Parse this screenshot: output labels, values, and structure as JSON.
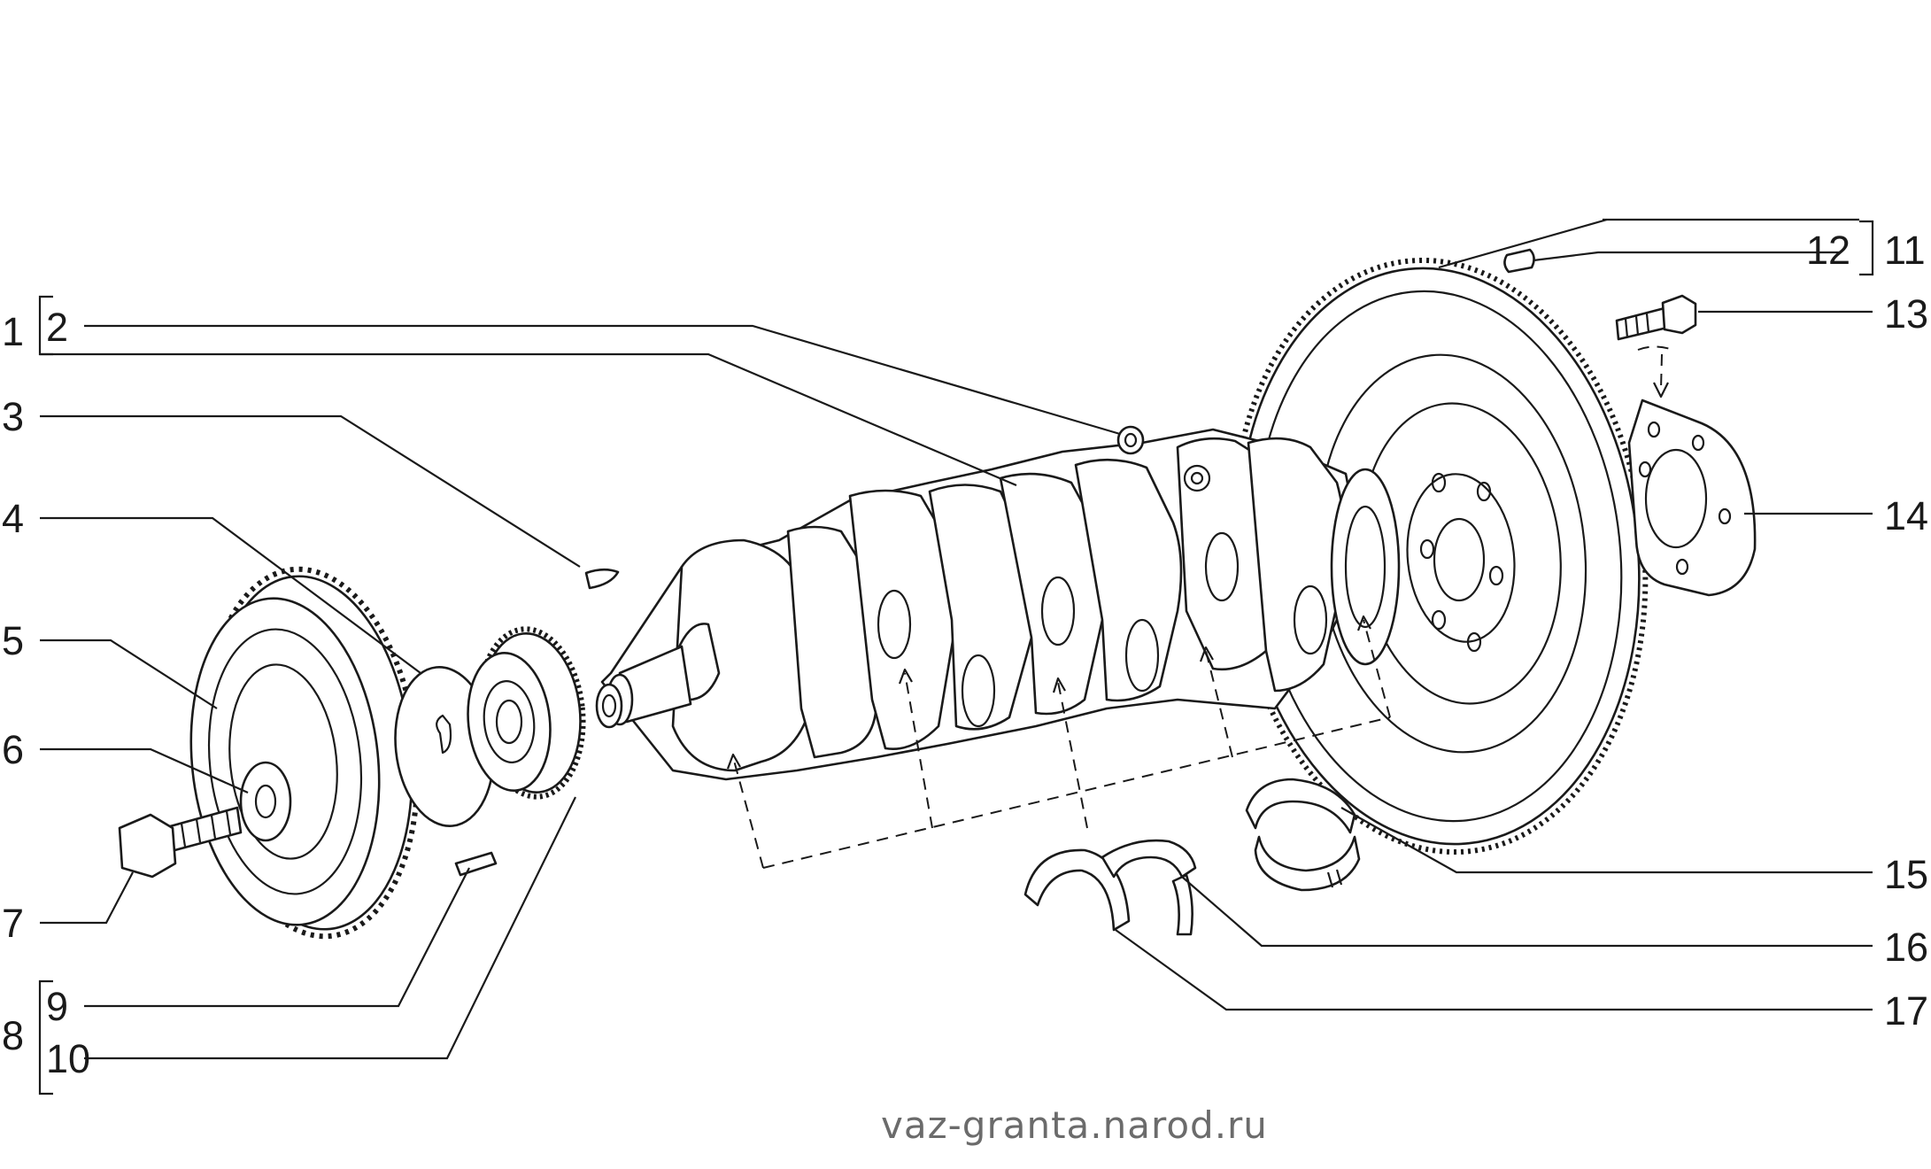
{
  "labels": {
    "l1": "1",
    "l2": "2",
    "l3": "3",
    "l4": "4",
    "l5": "5",
    "l6": "6",
    "l7": "7",
    "l8": "8",
    "l9": "9",
    "l10": "10",
    "l11": "11",
    "l12": "12",
    "l13": "13",
    "l14": "14",
    "l15": "15",
    "l16": "16",
    "l17": "17"
  },
  "watermark": "vaz-granta.narod.ru"
}
